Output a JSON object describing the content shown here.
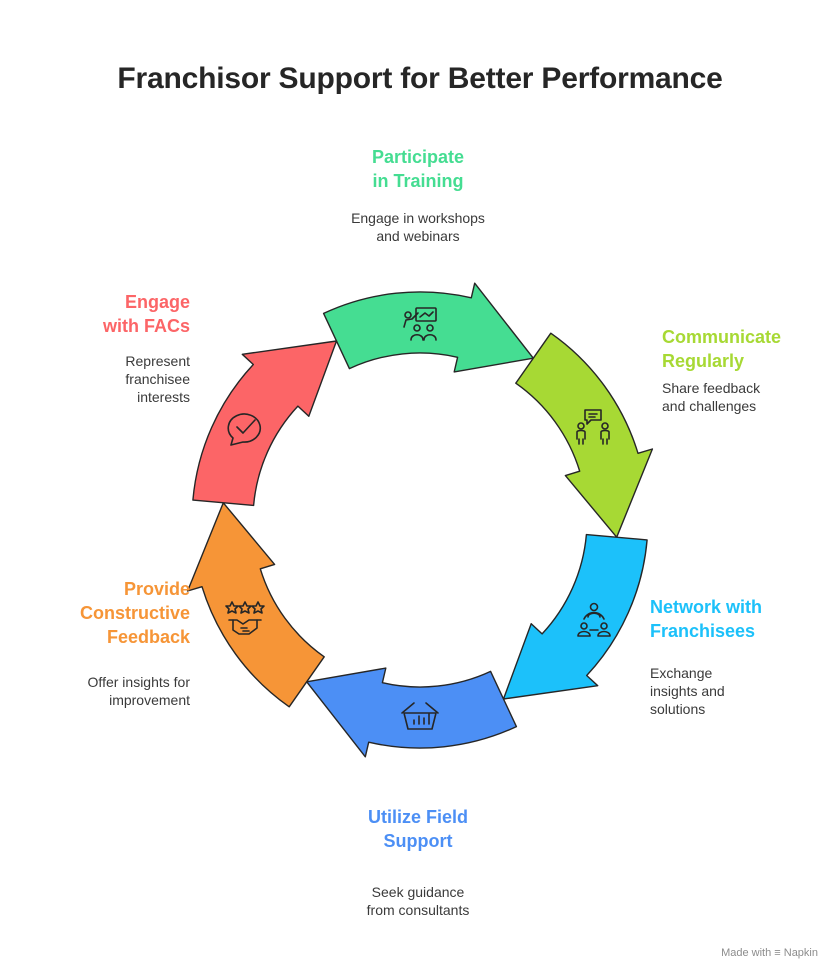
{
  "title": "Franchisor Support for Better Performance",
  "colors": {
    "training": "#45DD92",
    "communicate": "#A7D934",
    "network": "#1CC1FA",
    "field": "#4C8FF5",
    "feedback": "#F69537",
    "engage": "#FC6567"
  },
  "steps": [
    {
      "id": "training",
      "label": "Participate\nin Training",
      "description": "Engage in workshops\nand webinars",
      "icon": "training-presentation-icon"
    },
    {
      "id": "communicate",
      "label": "Communicate\nRegularly",
      "description": "Share feedback\nand challenges",
      "icon": "conversation-icon"
    },
    {
      "id": "network",
      "label": "Network with\nFranchisees",
      "description": "Exchange\ninsights and\nsolutions",
      "icon": "network-people-icon"
    },
    {
      "id": "field",
      "label": "Utilize Field\nSupport",
      "description": "Seek guidance\nfrom consultants",
      "icon": "chart-basket-icon"
    },
    {
      "id": "feedback",
      "label": "Provide\nConstructive\nFeedback",
      "description": "Offer insights for\nimprovement",
      "icon": "stars-handshake-icon"
    },
    {
      "id": "engage",
      "label": "Engage\nwith FACs",
      "description": "Represent\nfranchisee\ninterests",
      "icon": "chat-check-icon"
    }
  ],
  "footer": {
    "text": "Made with",
    "brand": "Napkin"
  }
}
